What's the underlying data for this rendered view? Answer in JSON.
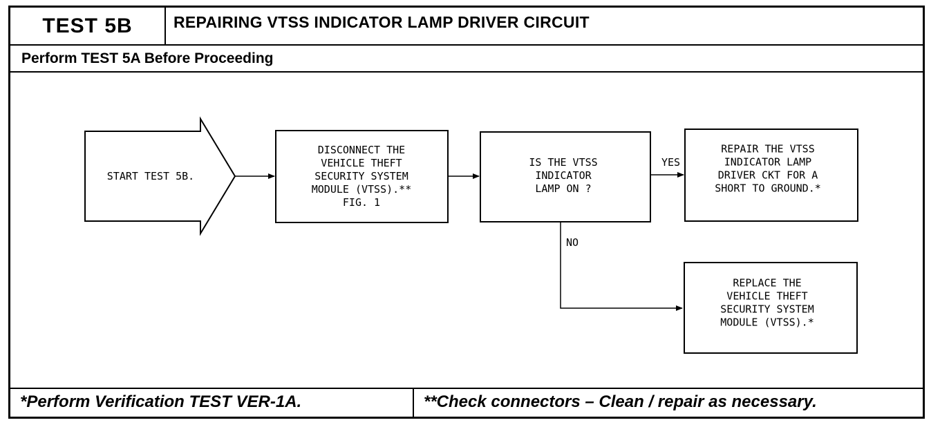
{
  "header": {
    "test_id": "TEST 5B",
    "title": "REPAIRING VTSS INDICATOR LAMP DRIVER CIRCUIT",
    "prerequisite": "Perform TEST 5A Before Proceeding"
  },
  "flow": {
    "start": [
      "START TEST 5B."
    ],
    "step1": [
      "DISCONNECT THE",
      "VEHICLE THEFT",
      "SECURITY SYSTEM",
      "MODULE (VTSS).**",
      "FIG. 1"
    ],
    "question": [
      "IS THE VTSS",
      "INDICATOR",
      "LAMP ON ?"
    ],
    "yes_label": "YES",
    "no_label": "NO",
    "yes_action": [
      "REPAIR THE VTSS",
      "INDICATOR LAMP",
      "DRIVER CKT FOR A",
      "SHORT TO GROUND.*"
    ],
    "no_action": [
      "REPLACE THE",
      "VEHICLE THEFT",
      "SECURITY SYSTEM",
      "MODULE (VTSS).*"
    ]
  },
  "footer": {
    "left": "*Perform Verification TEST VER-1A.",
    "right": "**Check connectors – Clean / repair as necessary."
  }
}
